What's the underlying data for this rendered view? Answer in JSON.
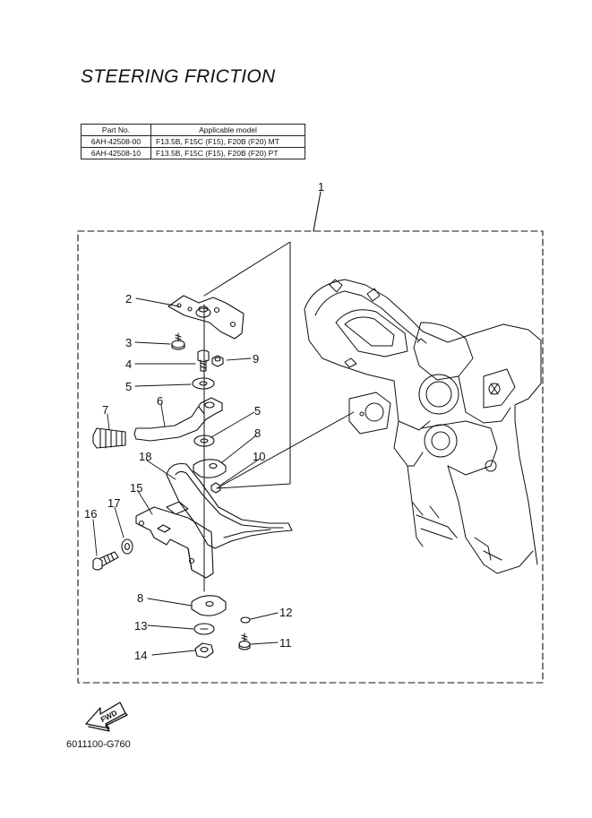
{
  "title": "STEERING FRICTION",
  "model_table": {
    "headers": [
      "Part No.",
      "Applicable model"
    ],
    "rows": [
      [
        "6AH-42508-00",
        "F13.5B, F15C (F15), F20B (F20) MT"
      ],
      [
        "6AH-42508-10",
        "F13.5B, F15C (F15), F20B (F20) PT"
      ]
    ]
  },
  "callouts": {
    "c1": "1",
    "c2": "2",
    "c3": "3",
    "c4": "4",
    "c5a": "5",
    "c5b": "5",
    "c6": "6",
    "c7": "7",
    "c8a": "8",
    "c8b": "8",
    "c9": "9",
    "c10": "10",
    "c11": "11",
    "c12": "12",
    "c13": "13",
    "c14": "14",
    "c15": "15",
    "c16": "16",
    "c17": "17",
    "c18": "18"
  },
  "fwd_label": "FWD",
  "diagram_code": "6011100-G760"
}
